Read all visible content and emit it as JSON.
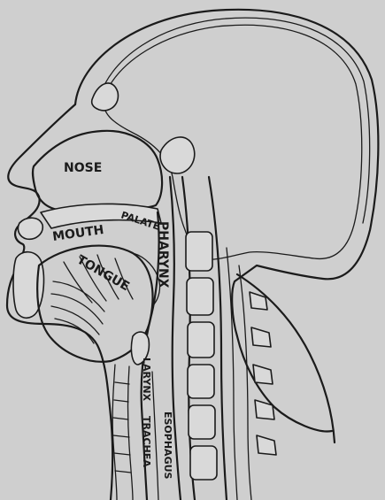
{
  "colors": {
    "background": "#cfcfcf",
    "ink": "#1b1b1b",
    "bone": "#d9d9d9"
  },
  "labels": {
    "nose": "NOSE",
    "mouth": "MOUTH",
    "palate": "PALATE",
    "tongue": "TONGUE",
    "pharynx": "PHARYNX",
    "larynx": "LARYNX",
    "trachea": "TRACHEA",
    "esophagus": "ESOPHAGUS"
  }
}
